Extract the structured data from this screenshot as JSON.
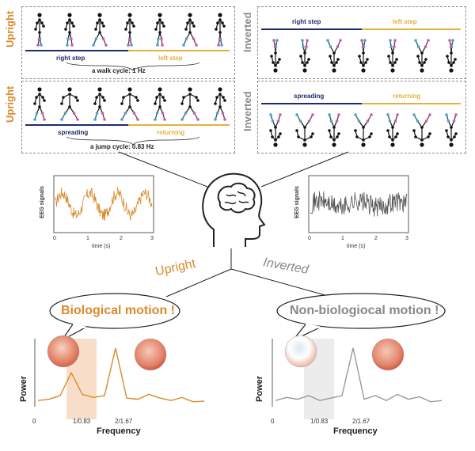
{
  "colors": {
    "upright": "#d98a2b",
    "inverted": "#888888",
    "navy": "#1f2a6b",
    "gold": "#e2b23c",
    "stick": "#111111",
    "joint_blue": "#4aa3c9",
    "joint_pink": "#c65fa9"
  },
  "panels": {
    "upright_walk": {
      "label": "Upright",
      "seg_left": "right step",
      "seg_right": "left  step",
      "cycle": "a walk cycle: 1 Hz"
    },
    "upright_jump": {
      "label": "Upright",
      "seg_left": "spreading",
      "seg_right": "returning",
      "cycle": "a jump cycle: 0.83 Hz"
    },
    "inverted_walk": {
      "label": "Inverted",
      "seg_left": "right step",
      "seg_right": "left  step"
    },
    "inverted_jump": {
      "label": "Inverted",
      "seg_left": "spreading",
      "seg_right": "returning"
    }
  },
  "eeg": {
    "ylabel": "EEG signals",
    "xlabel": "time (s)",
    "xticks": [
      "0",
      "1",
      "2",
      "3"
    ]
  },
  "branches": {
    "upright": "Upright",
    "inverted": "Inverted"
  },
  "bubbles": {
    "left": "Biological motion !",
    "right": "Non-biologiocal motion !"
  },
  "chart_data": [
    {
      "type": "line",
      "name": "upright spectrum",
      "xlabel": "Frequency",
      "ylabel": "Power",
      "xtick_labels": [
        "0",
        "1/0.83",
        "2/1.67"
      ],
      "highlight_band": "1/0.83",
      "x": [
        0,
        1,
        2,
        3,
        4,
        5,
        6,
        7,
        8,
        9,
        10,
        11,
        12,
        13,
        14,
        15
      ],
      "values": [
        0.1,
        0.12,
        0.18,
        0.55,
        0.2,
        0.15,
        0.18,
        0.95,
        0.14,
        0.12,
        0.2,
        0.14,
        0.1,
        0.15,
        0.08,
        0.09
      ]
    },
    {
      "type": "line",
      "name": "inverted spectrum",
      "xlabel": "Frequency",
      "ylabel": "Power",
      "xtick_labels": [
        "0",
        "1/0.83",
        "2/1.67"
      ],
      "highlight_band": "1/0.83",
      "x": [
        0,
        1,
        2,
        3,
        4,
        5,
        6,
        7,
        8,
        9,
        10,
        11,
        12,
        13,
        14,
        15
      ],
      "values": [
        0.1,
        0.15,
        0.12,
        0.18,
        0.1,
        0.14,
        0.18,
        0.95,
        0.12,
        0.18,
        0.1,
        0.2,
        0.12,
        0.16,
        0.08,
        0.1
      ]
    }
  ]
}
